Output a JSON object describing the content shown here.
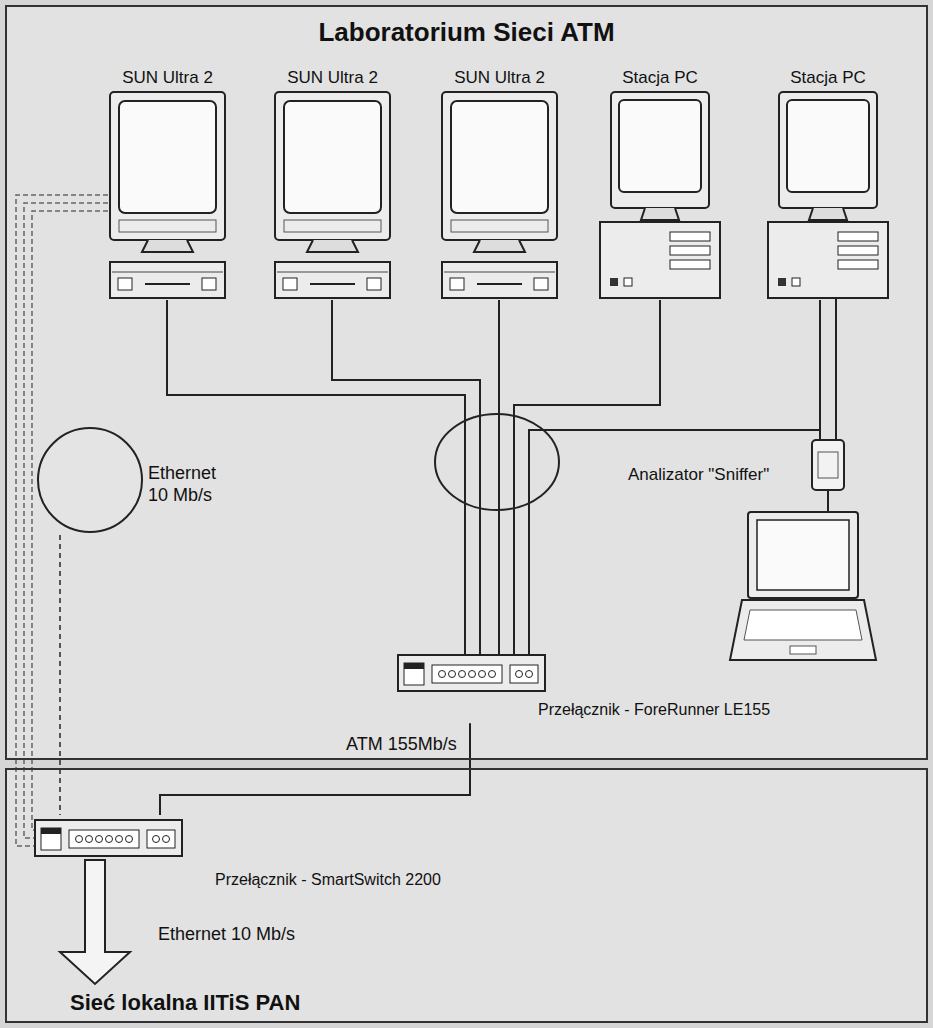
{
  "diagram": {
    "nodes": [
      {
        "text": [
          "Laboratorium Sieci ATM"
        ]
      },
      {
        "text": [
          "SUN Ultra 2"
        ],
        "in": 0
      },
      {
        "text": [
          "SUN Ultra 2"
        ],
        "in": 0
      },
      {
        "text": [
          "SUN Ultra 2"
        ],
        "in": 0
      },
      {
        "text": [
          "Stacja PC"
        ],
        "in": 0
      },
      {
        "text": [
          "Stacja PC"
        ],
        "in": 0
      },
      {
        "text": [
          "Ethernet 10 Mb/s"
        ],
        "in": 0
      },
      {
        "text": [
          "Analizator \"Sniffer\""
        ],
        "in": 0
      },
      {
        "text": [
          "Przełącznik - ForeRunner LE155"
        ],
        "in": 0
      },
      {
        "text": [
          "Sieć lokalna IITiS PAN"
        ]
      },
      {
        "text": [
          "Przełącznik - SmartSwitch 2200"
        ],
        "in": 9
      }
    ],
    "edges": [
      {
        "from": 1,
        "to": 8,
        "arrow": "none"
      },
      {
        "from": 2,
        "to": 8,
        "arrow": "none"
      },
      {
        "from": 3,
        "to": 8,
        "arrow": "none"
      },
      {
        "from": 4,
        "to": 8,
        "arrow": "none"
      },
      {
        "from": 5,
        "to": 8,
        "arrow": "none"
      },
      {
        "from": 8,
        "to": 10,
        "label": "ATM 155Mb/s",
        "arrow": "none"
      },
      {
        "from": 6,
        "to": 10,
        "arrow": "none"
      }
    ],
    "labels": [
      "Ethernet 10 Mb/s"
    ]
  }
}
